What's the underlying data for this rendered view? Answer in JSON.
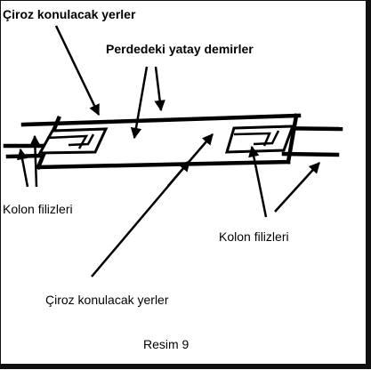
{
  "labels": {
    "ciroz_top": "Çiroz konulacak yerler",
    "perde_yatay": "Perdedeki yatay demirler",
    "kolon_left": "Kolon filizleri",
    "kolon_right": "Kolon filizleri",
    "ciroz_bottom": "Çiroz konulacak yerler",
    "caption": "Resim 9"
  },
  "colors": {
    "ink": "#000000",
    "background": "#ffffff"
  }
}
